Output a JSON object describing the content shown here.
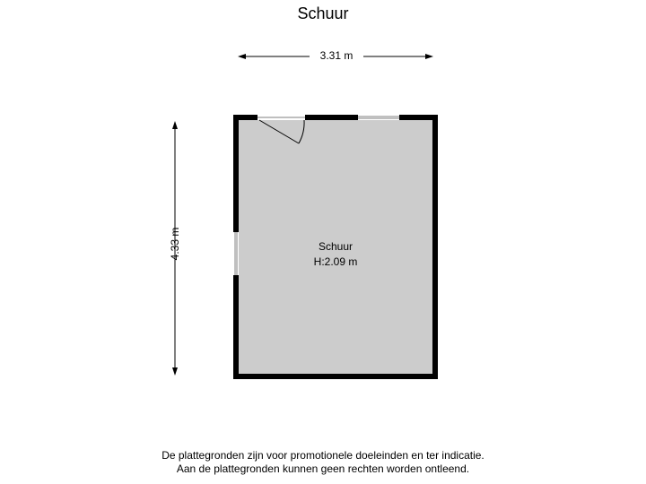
{
  "title": "Schuur",
  "dimensions": {
    "width": "3.31 m",
    "height": "4.33 m"
  },
  "room": {
    "name": "Schuur",
    "ceiling_height": "H:2.09 m"
  },
  "disclaimer": {
    "line1": "De plattegronden zijn voor promotionele doeleinden en ter indicatie.",
    "line2": "Aan de plattegronden kunnen geen rechten worden ontleend."
  },
  "colors": {
    "wall": "#000000",
    "floor": "#cccccc",
    "opening": "#ffffff"
  }
}
